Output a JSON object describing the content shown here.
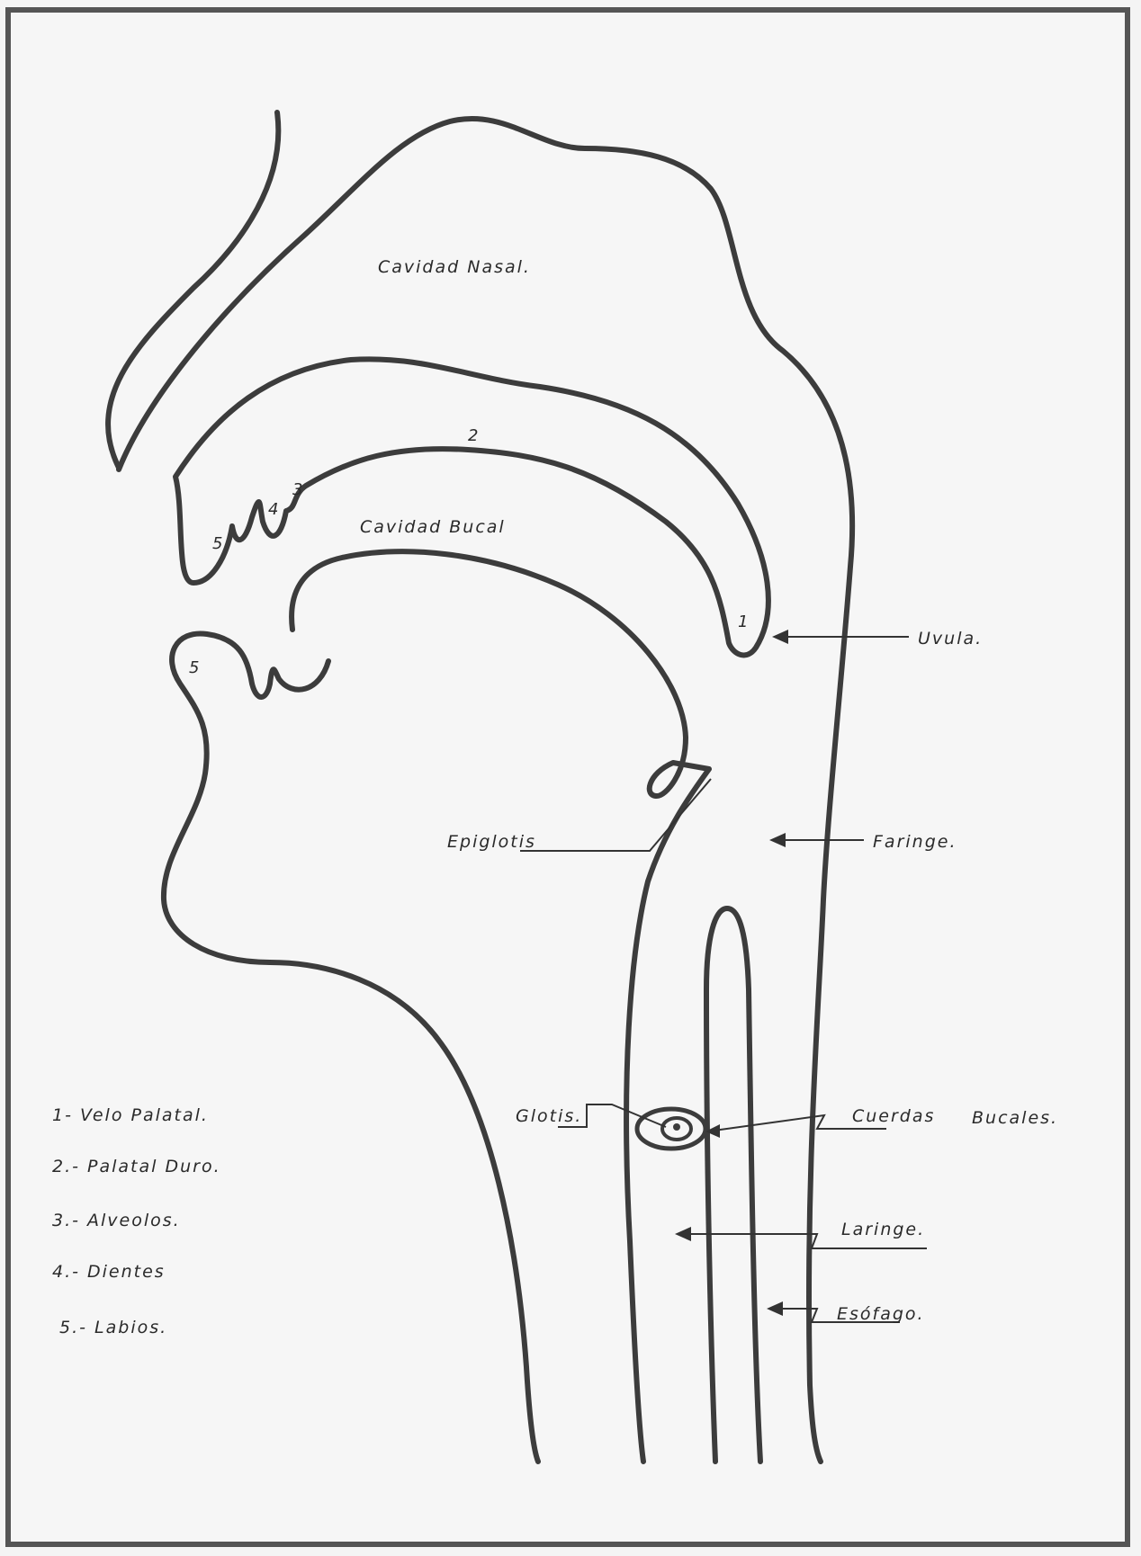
{
  "labels": {
    "nasal_cavity": "Cavidad  Nasal.",
    "oral_cavity": "Cavidad  Bucal",
    "uvula": "Uvula.",
    "epiglottis": "Epiglotis",
    "pharynx": "Faringe.",
    "glottis": "Glotis.",
    "vocal_cords_1": "Cuerdas",
    "vocal_cords_2": "Bucales.",
    "larynx": "Laringe.",
    "esophagus": "Esófago."
  },
  "markers": {
    "m1": "1",
    "m2": "2",
    "m3": "3",
    "m4": "4",
    "m5_upper": "5",
    "m5_lower": "5"
  },
  "legend": [
    "1- Velo  Palatal.",
    "2.- Palatal  Duro.",
    "3.- Alveolos.",
    "4.- Dientes",
    "5.- Labios."
  ]
}
